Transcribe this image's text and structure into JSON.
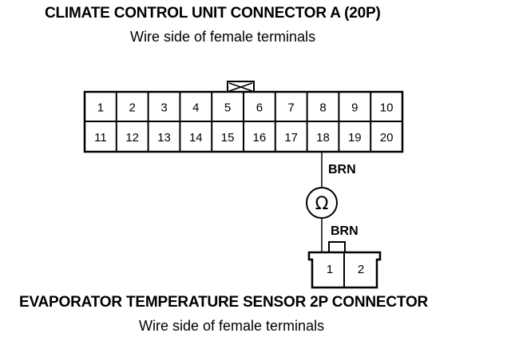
{
  "connector_a": {
    "title": "CLIMATE CONTROL UNIT CONNECTOR A (20P)",
    "subtitle": "Wire side of female terminals",
    "row1": [
      "1",
      "2",
      "3",
      "4",
      "5",
      "6",
      "7",
      "8",
      "9",
      "10"
    ],
    "row2": [
      "11",
      "12",
      "13",
      "14",
      "15",
      "16",
      "17",
      "18",
      "19",
      "20"
    ]
  },
  "wire": {
    "label_upper": "BRN",
    "label_lower": "BRN"
  },
  "meter": {
    "symbol": "Ω",
    "icon": "ohmmeter-icon"
  },
  "connector_b": {
    "title": "EVAPORATOR TEMPERATURE SENSOR 2P CONNECTOR",
    "subtitle": "Wire side of female terminals",
    "pins": [
      "1",
      "2"
    ]
  }
}
